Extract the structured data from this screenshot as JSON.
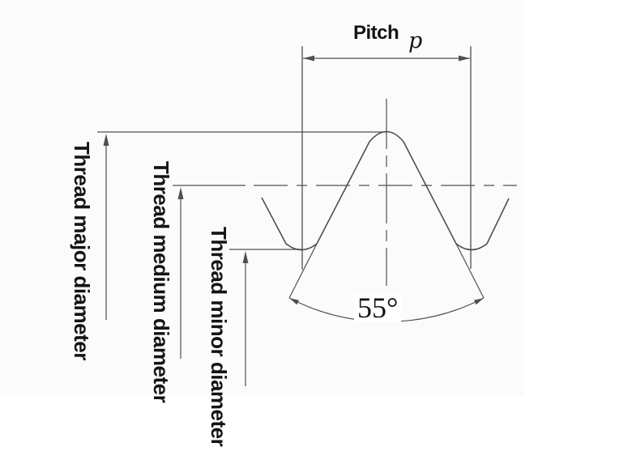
{
  "diagram": {
    "pitch_label": "Pitch",
    "pitch_symbol": "p",
    "angle_label": "55°",
    "major_label": "Thread major diameter",
    "medium_label": "Thread medium diameter",
    "minor_label": "Thread minor diameter"
  },
  "colors": {
    "line": "#4f4f4f",
    "text": "#141414",
    "background": "#ffffff",
    "scan_area": "#fbfbfb"
  }
}
